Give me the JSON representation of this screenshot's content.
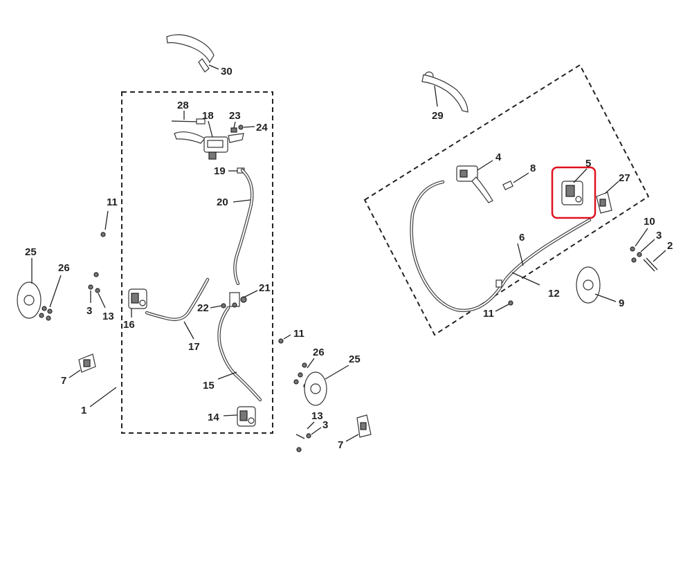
{
  "callouts": {
    "c1": "1",
    "c2": "2",
    "c3a": "3",
    "c3b": "3",
    "c3c": "3",
    "c4": "4",
    "c5": "5",
    "c6": "6",
    "c7a": "7",
    "c7b": "7",
    "c8": "8",
    "c9": "9",
    "c10": "10",
    "c11a": "11",
    "c11b": "11",
    "c11c": "11",
    "c12": "12",
    "c13a": "13",
    "c13b": "13",
    "c14": "14",
    "c15": "15",
    "c16": "16",
    "c17": "17",
    "c18": "18",
    "c19": "19",
    "c20": "20",
    "c21": "21",
    "c22": "22",
    "c23": "23",
    "c24": "24",
    "c25a": "25",
    "c25b": "25",
    "c26a": "26",
    "c26b": "26",
    "c27": "27",
    "c28": "28",
    "c29": "29",
    "c30": "30"
  },
  "highlight": {
    "part": "5",
    "color": "#e0101e"
  }
}
